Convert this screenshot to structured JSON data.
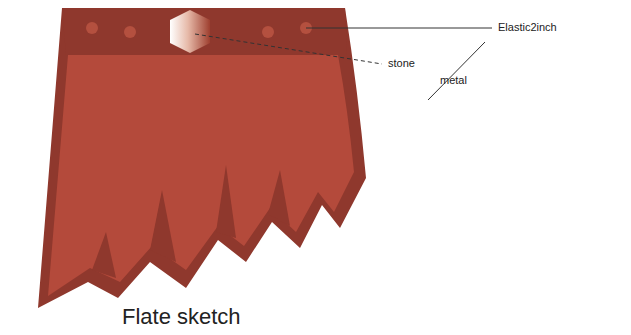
{
  "diagram": {
    "caption": "Flate sketch",
    "labels": [
      "Elastic2inch",
      "stone",
      "metal"
    ]
  }
}
